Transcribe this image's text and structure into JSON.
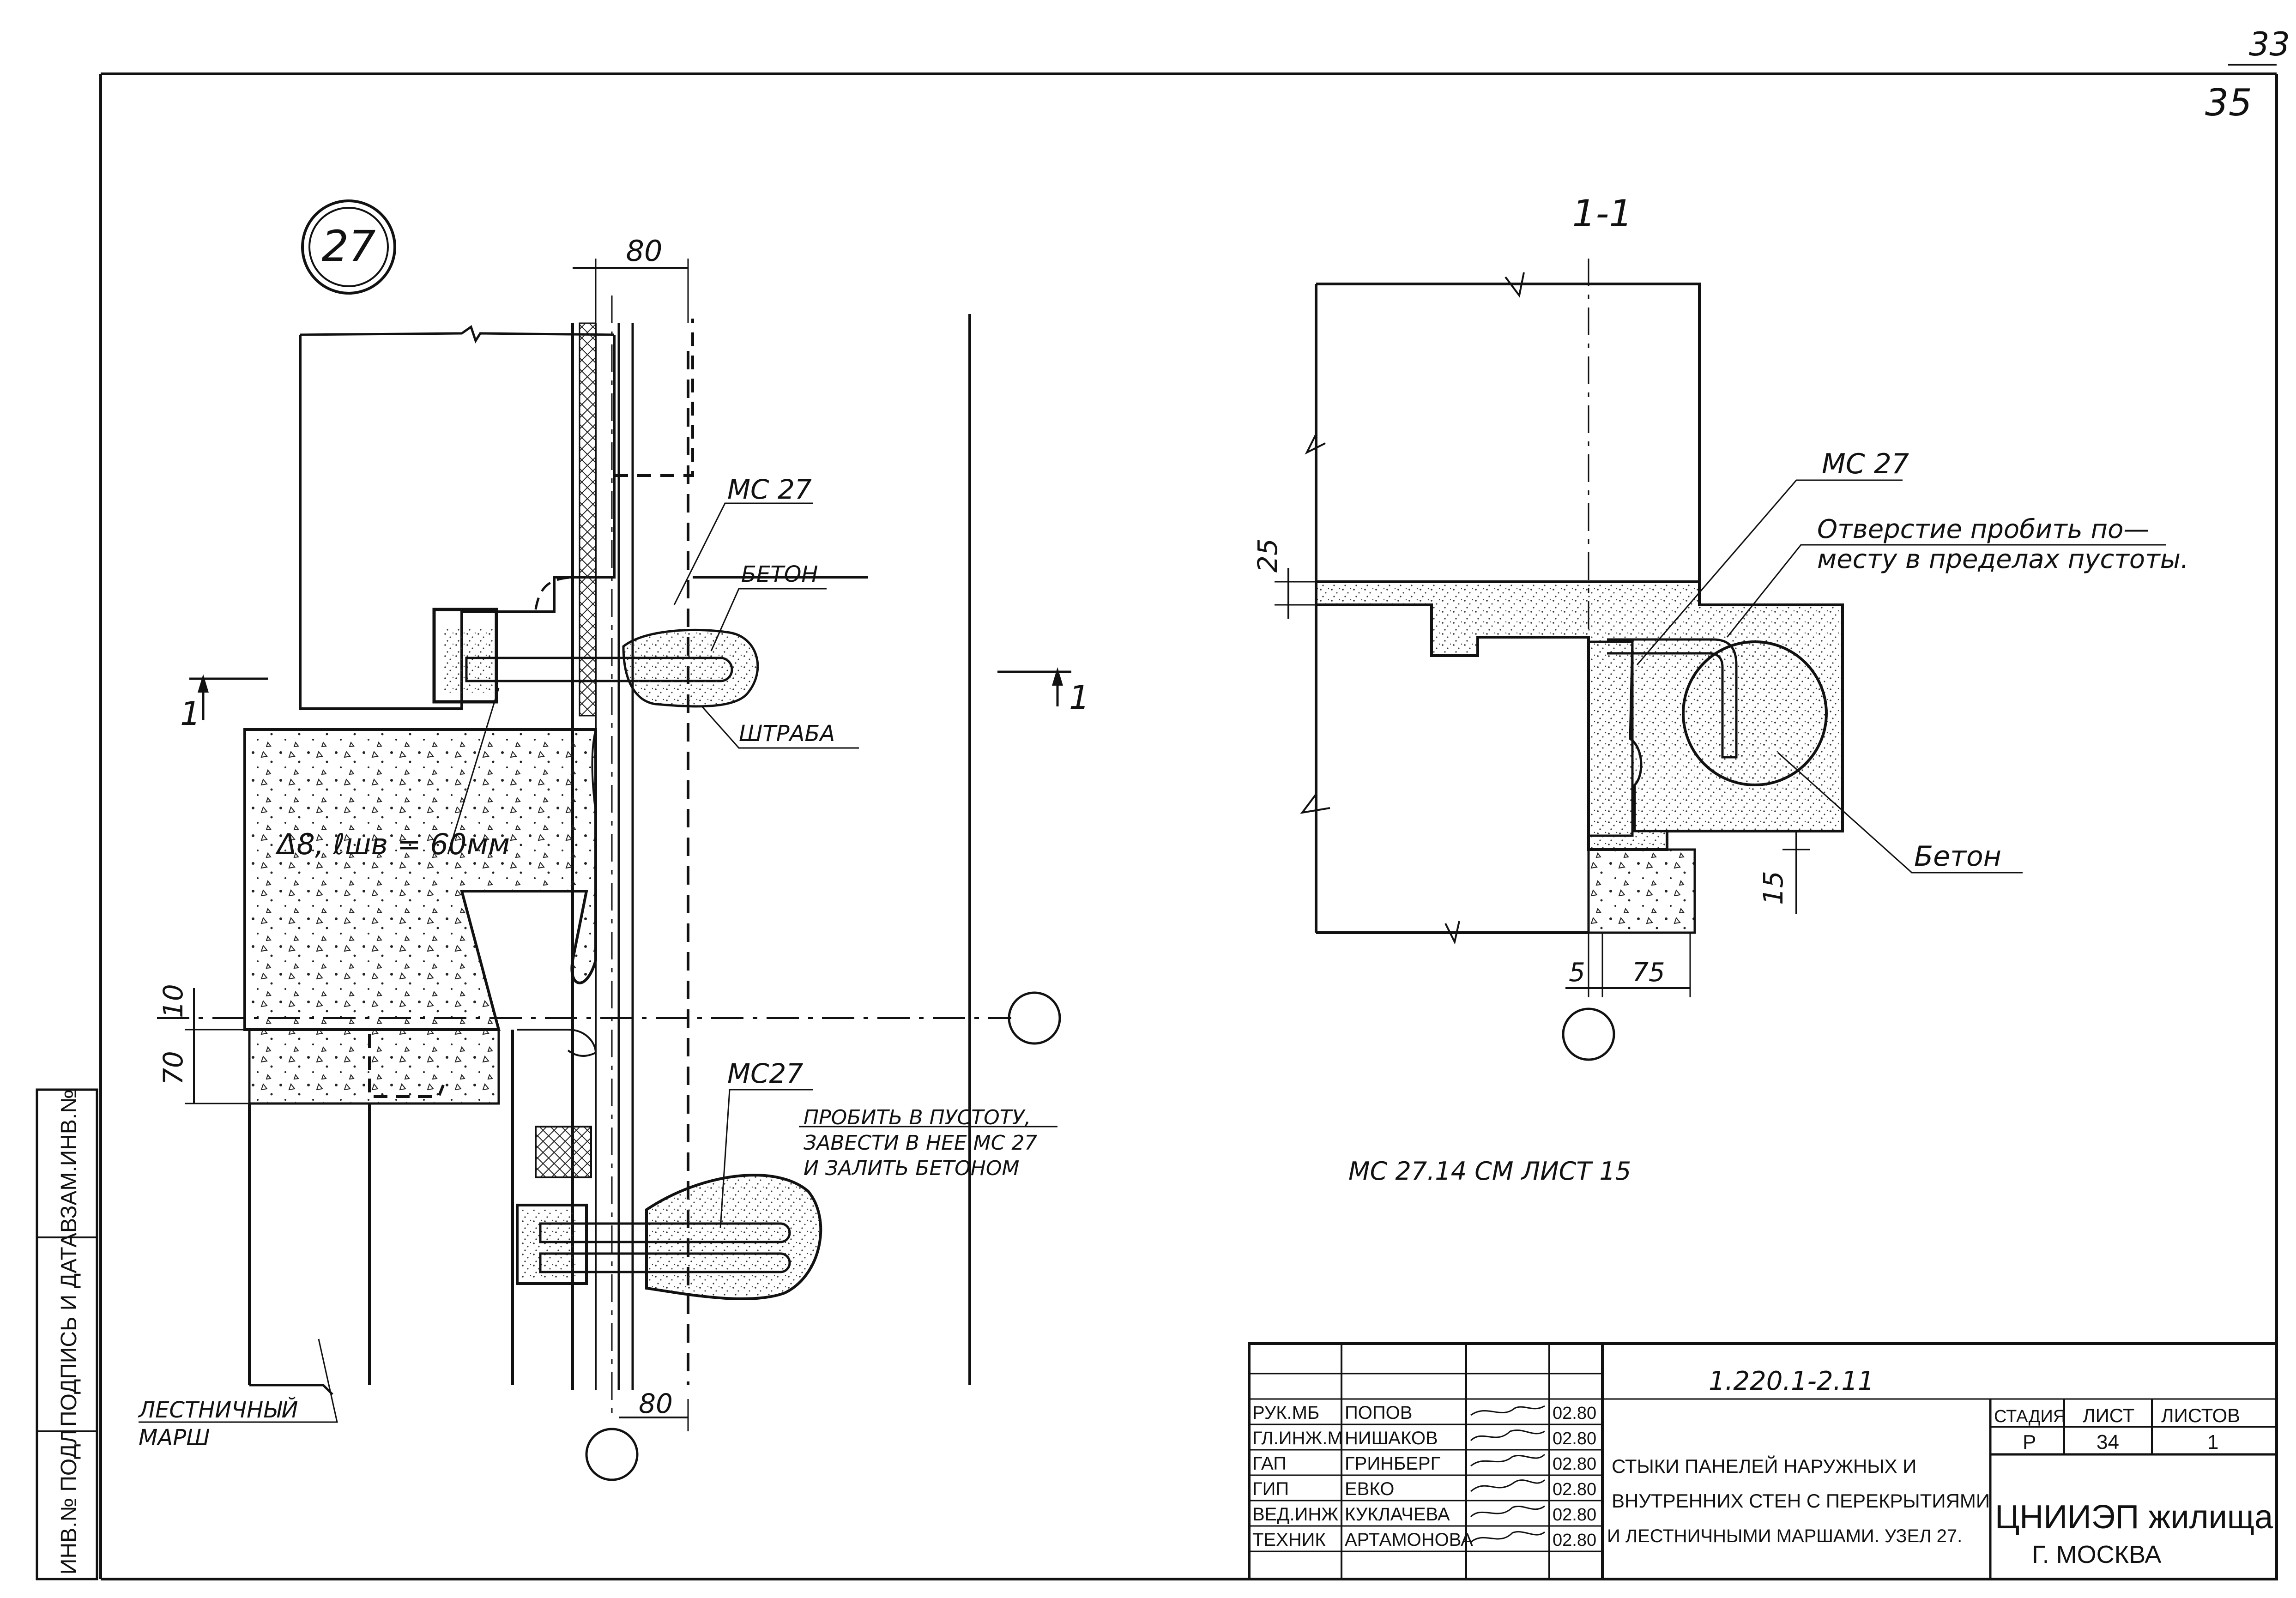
{
  "sheet": {
    "page_number": "35",
    "page_number_old": "33",
    "node_marker": "27",
    "side_stamp": [
      "ИНВ.№ ПОДЛ",
      "ПОДПИСЬ И ДАТА",
      "ВЗАМ.ИНВ.№"
    ]
  },
  "left_detail": {
    "dim_top": "80",
    "dim_bottom": "80",
    "dim_10": "10",
    "dim_70": "70",
    "section_mark_left": "1",
    "section_mark_right": "1",
    "label_mc27_top": "МС 27",
    "label_beton": "БЕТОН",
    "label_shtraba": "ШТРАБА",
    "label_weld": "Δ8, ℓшв = 60мм",
    "label_mc27_bottom": "МС27",
    "note_lines": [
      "ПРОБИТЬ В ПУСТОТУ,",
      "ЗАВЕСТИ В НЕЕ МС 27",
      "И ЗАЛИТЬ БЕТОНОМ"
    ],
    "label_stair": [
      "ЛЕСТНИЧНЫЙ",
      "МАРШ"
    ]
  },
  "section_1_1": {
    "title": "1-1",
    "label_mc27": "МС 27",
    "note_lines": [
      "Отверстие пробить по—",
      "месту в пределах пустоты."
    ],
    "label_beton": "Бетон",
    "dim_25": "25",
    "dim_15": "15",
    "dim_5": "5",
    "dim_75": "75"
  },
  "reference_note": "МС 27.14   СМ  ЛИСТ 15",
  "title_block": {
    "doc_code": "1.220.1-2.11",
    "roles": [
      "РУК.МБ",
      "ГЛ.ИНЖ.М",
      "ГАП",
      "ГИП",
      "ВЕД.ИНЖ",
      "ТЕХНИК"
    ],
    "names": [
      "ПОПОВ",
      "НИШАКОВ",
      "ГРИНБЕРГ",
      "ЕВКО",
      "КУКЛАЧЕВА",
      "АРТАМОНОВА"
    ],
    "dates": [
      "02.80",
      "02.80",
      "02.80",
      "02.80",
      "02.80",
      "02.80"
    ],
    "title_lines": [
      "СТЫКИ ПАНЕЛЕЙ НАРУЖНЫХ И",
      "ВНУТРЕННИХ СТЕН С ПЕРЕКРЫТИЯМИ",
      "И ЛЕСТНИЧНЫМИ МАРШАМИ. УЗЕЛ 27."
    ],
    "stage_header": "СТАДИЯ",
    "sheet_header": "ЛИСТ",
    "sheets_header": "ЛИСТОВ",
    "stage": "Р",
    "sheet": "34",
    "sheets": "1",
    "org": "ЦНИИЭП жилища",
    "city": "Г. МОСКВА"
  }
}
